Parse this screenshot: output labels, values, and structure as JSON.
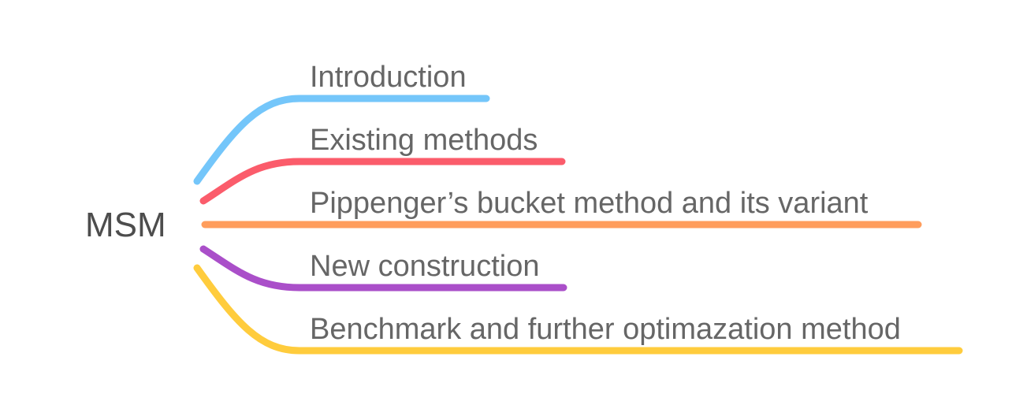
{
  "root": {
    "label": "MSM"
  },
  "branches": [
    {
      "label": "Introduction",
      "color": "#74c6fa"
    },
    {
      "label": "Existing methods",
      "color": "#fb5c6b"
    },
    {
      "label": "Pippenger’s bucket method and its variant",
      "color": "#ff9d5c"
    },
    {
      "label": "New construction",
      "color": "#aa4fc9"
    },
    {
      "label": "Benchmark and further optimazation method",
      "color": "#ffcc3d"
    }
  ]
}
